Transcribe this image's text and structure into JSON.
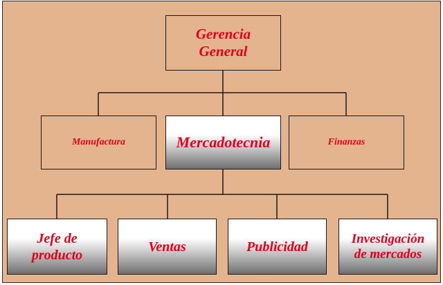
{
  "org_chart": {
    "root": {
      "label": "Gerencia\nGeneral"
    },
    "level1": [
      {
        "key": "manufactura",
        "label": "Manufactura"
      },
      {
        "key": "mercadotecnia",
        "label": "Mercadotecnia"
      },
      {
        "key": "finanzas",
        "label": "Finanzas"
      }
    ],
    "level2": [
      {
        "key": "jefe",
        "label": "Jefe de\nproducto"
      },
      {
        "key": "ventas",
        "label": "Ventas"
      },
      {
        "key": "publicidad",
        "label": "Publicidad"
      },
      {
        "key": "investigacion",
        "label": "Investigación\nde mercados"
      }
    ]
  },
  "colors": {
    "background": "#e3b48e",
    "text": "#e4001b",
    "border": "#1a1a1a"
  }
}
